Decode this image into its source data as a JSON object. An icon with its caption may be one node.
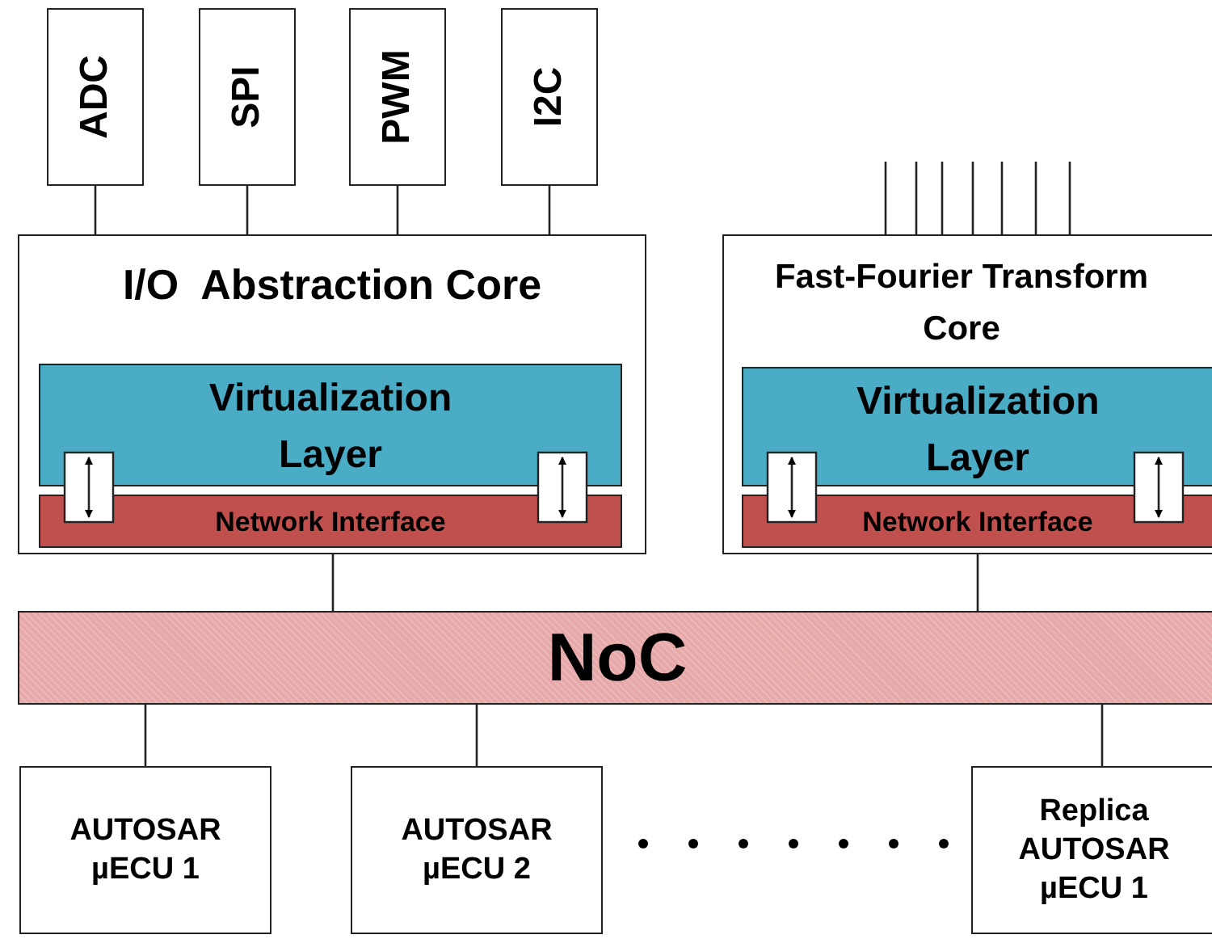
{
  "diagram": {
    "nodes": [
      {
        "text": [
          "ADC"
        ]
      },
      {
        "text": [
          "SPI"
        ]
      },
      {
        "text": [
          "PWM"
        ]
      },
      {
        "text": [
          "I2C"
        ]
      },
      {
        "text": [
          "I/O  Abstraction Core"
        ]
      },
      {
        "text": [
          "Virtualization Layer"
        ],
        "in": 4
      },
      {
        "text": [
          "Network Interface"
        ],
        "in": 4
      },
      {
        "text": [
          "Fast-Fourier Transform Core"
        ]
      },
      {
        "text": [
          "Virtualization Layer"
        ],
        "in": 7
      },
      {
        "text": [
          "Network Interface"
        ],
        "in": 7
      },
      {
        "text": [
          "NoC"
        ]
      },
      {
        "text": [
          "AUTOSAR µECU 1"
        ]
      },
      {
        "text": [
          "AUTOSAR µECU 2"
        ]
      },
      {
        "text": [
          "Replica AUTOSAR µECU 1"
        ]
      }
    ],
    "edges": [
      {
        "from": 0,
        "to": 4,
        "arrow": "none"
      },
      {
        "from": 1,
        "to": 4,
        "arrow": "none"
      },
      {
        "from": 2,
        "to": 4,
        "arrow": "none"
      },
      {
        "from": 3,
        "to": 4,
        "arrow": "none"
      },
      {
        "from": 5,
        "to": 6,
        "arrow": "both"
      },
      {
        "from": 5,
        "to": 6,
        "arrow": "both"
      },
      {
        "from": 8,
        "to": 9,
        "arrow": "both"
      },
      {
        "from": 8,
        "to": 9,
        "arrow": "both"
      },
      {
        "from": null,
        "to": 7,
        "arrow": "none"
      },
      {
        "from": null,
        "to": 7,
        "arrow": "none"
      },
      {
        "from": null,
        "to": 7,
        "arrow": "none"
      },
      {
        "from": null,
        "to": 7,
        "arrow": "none"
      },
      {
        "from": null,
        "to": 7,
        "arrow": "none"
      },
      {
        "from": null,
        "to": 7,
        "arrow": "none"
      },
      {
        "from": null,
        "to": 7,
        "arrow": "none"
      },
      {
        "from": 4,
        "to": 10,
        "arrow": "none"
      },
      {
        "from": 7,
        "to": 10,
        "arrow": "none"
      },
      {
        "from": 10,
        "to": 11,
        "arrow": "none"
      },
      {
        "from": 10,
        "to": 12,
        "arrow": "none"
      },
      {
        "from": 10,
        "to": 13,
        "arrow": "none"
      }
    ]
  }
}
